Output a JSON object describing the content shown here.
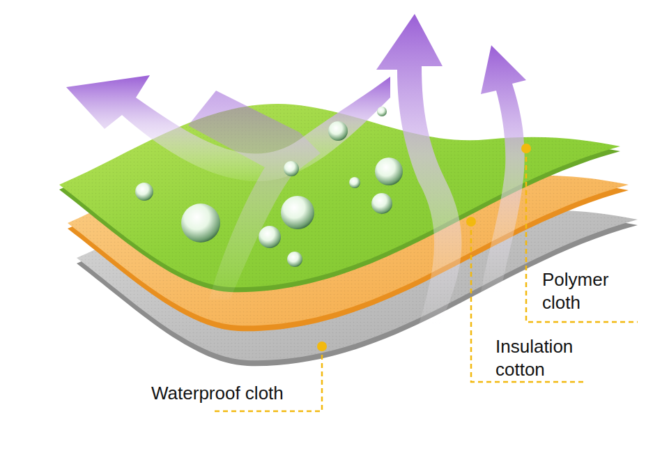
{
  "diagram": {
    "labels": [
      "Polymer cloth",
      "Insulation cotton",
      "Waterproof cloth"
    ]
  }
}
